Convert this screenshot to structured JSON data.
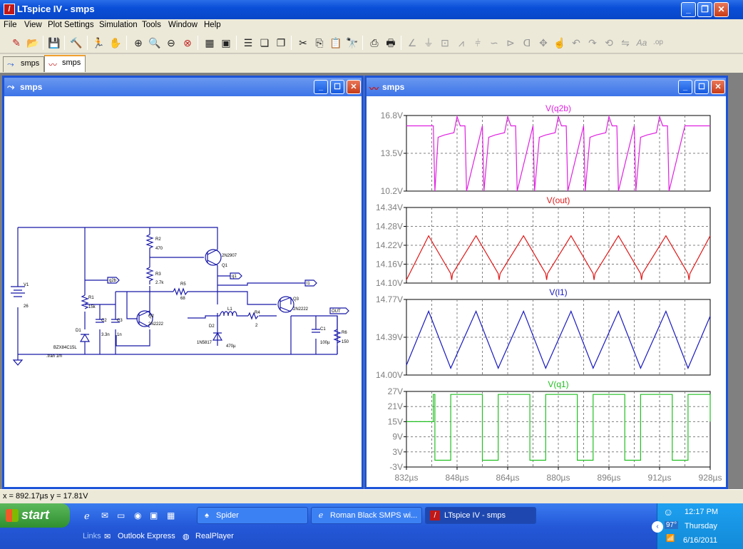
{
  "window": {
    "title": "LTspice IV - smps"
  },
  "menu": [
    "File",
    "View",
    "Plot Settings",
    "Simulation",
    "Tools",
    "Window",
    "Help"
  ],
  "doc_tabs": [
    {
      "label": "smps",
      "icon": "schematic-icon"
    },
    {
      "label": "smps",
      "icon": "waveform-icon"
    }
  ],
  "schematic": {
    "title": "smps",
    "labels": {
      "v1": "V1",
      "v1val": "26",
      "r1": "R1",
      "r1val": "15k",
      "d1": "D1",
      "d1val": "BZX84C15L",
      "c2": "C2",
      "c2val": "3.3n",
      "c3": "C3",
      "c3val": "1n",
      "q2": "Q2",
      "q2val": "2N2222",
      "r2": "R2",
      "r2val": "470",
      "r3": "R3",
      "r3val": "2.7k",
      "r5": "R5",
      "r5val": "68",
      "q1val": "2N2907",
      "q1": "Q1",
      "d2": "D2",
      "d2val": "1N5817",
      "l1": "L1",
      "l1val": "470µ",
      "r4": "R4",
      "r4val": "2",
      "q3": "Q3",
      "q3val": "2N2222",
      "c1": "C1",
      "c1val": "100µ",
      "r6": "R6",
      "r6val": "150",
      "tran": ".tran 1m",
      "net_q2b": "q2b",
      "net_q1": "q1",
      "net_l1": "l1",
      "net_out": "OUT"
    }
  },
  "waveform": {
    "title": "smps"
  },
  "chart_data": [
    {
      "type": "line",
      "title": "V(q2b)",
      "color": "#e020e0",
      "ylim": [
        10.2,
        16.8
      ],
      "yticks": [
        "16.8V",
        "13.5V",
        "10.2V"
      ],
      "x_unit": "µs",
      "xlim": [
        832,
        928
      ],
      "series": [
        {
          "name": "V(q2b)",
          "x": [
            832,
            837,
            840.5,
            841,
            842,
            844,
            847,
            848,
            849,
            850.5,
            851,
            856,
            856.5,
            858,
            860,
            863,
            864,
            865,
            866.5,
            867,
            872,
            872.5,
            874,
            876,
            879,
            880,
            881,
            882.5,
            883,
            888,
            888.5,
            890,
            892,
            895,
            896,
            897,
            898.5,
            899,
            904,
            904.5,
            906,
            908,
            911,
            912,
            913,
            914.5,
            915,
            920,
            928
          ],
          "values": [
            15.9,
            15.9,
            15.9,
            10.2,
            14.9,
            15.1,
            15.3,
            16.7,
            15.9,
            15.9,
            10.2,
            15.9,
            10.2,
            14.9,
            15.1,
            15.3,
            16.7,
            15.9,
            15.9,
            10.2,
            15.9,
            10.2,
            14.9,
            15.1,
            15.3,
            16.7,
            15.9,
            15.9,
            10.2,
            15.9,
            10.2,
            14.9,
            15.1,
            15.3,
            16.7,
            15.9,
            15.9,
            10.2,
            15.9,
            10.2,
            14.9,
            15.1,
            15.3,
            16.7,
            15.9,
            15.9,
            10.2,
            15.9,
            15.9
          ]
        }
      ]
    },
    {
      "type": "line",
      "title": "V(out)",
      "color": "#e01818",
      "ylim": [
        14.1,
        14.34
      ],
      "yticks": [
        "14.34V",
        "14.28V",
        "14.22V",
        "14.16V",
        "14.10V"
      ],
      "xlim": [
        832,
        928
      ],
      "series": [
        {
          "name": "V(out)",
          "x": [
            832,
            839,
            846,
            846.3,
            846.6,
            854,
            861,
            861.3,
            861.6,
            869,
            876,
            876.3,
            876.6,
            884,
            891,
            891.3,
            891.6,
            899,
            906,
            906.3,
            906.6,
            914,
            921,
            921.3,
            921.6,
            928
          ],
          "values": [
            14.11,
            14.25,
            14.13,
            14.11,
            14.13,
            14.25,
            14.13,
            14.11,
            14.13,
            14.25,
            14.13,
            14.11,
            14.13,
            14.25,
            14.13,
            14.11,
            14.13,
            14.25,
            14.13,
            14.11,
            14.13,
            14.25,
            14.13,
            14.11,
            14.13,
            14.25
          ]
        }
      ]
    },
    {
      "type": "line",
      "title": "V(l1)",
      "color": "#1818c0",
      "ylim": [
        14.0,
        14.77
      ],
      "yticks": [
        "14.77V",
        "14.39V",
        "14.00V"
      ],
      "xlim": [
        832,
        928
      ],
      "series": [
        {
          "name": "V(l1)",
          "x": [
            832,
            839,
            846,
            854,
            861,
            869,
            876,
            884,
            891,
            899,
            906,
            914,
            921,
            928
          ],
          "values": [
            14.1,
            14.65,
            14.07,
            14.65,
            14.07,
            14.65,
            14.07,
            14.65,
            14.07,
            14.65,
            14.07,
            14.65,
            14.07,
            14.6
          ]
        }
      ]
    },
    {
      "type": "line",
      "title": "V(q1)",
      "color": "#20c020",
      "ylim": [
        -3,
        27
      ],
      "yticks": [
        "27V",
        "21V",
        "15V",
        "9V",
        "3V",
        "-3V"
      ],
      "xlim": [
        832,
        928
      ],
      "xticks": [
        "832µs",
        "848µs",
        "864µs",
        "880µs",
        "896µs",
        "912µs",
        "928µs"
      ],
      "series": [
        {
          "name": "V(q1)",
          "x": [
            832,
            840.5,
            840.5,
            841,
            841,
            846,
            846,
            847,
            847,
            855.5,
            855.5,
            856,
            856,
            861,
            861,
            862,
            862,
            870.5,
            870.5,
            871,
            871,
            876,
            876,
            877,
            877,
            885.5,
            885.5,
            886,
            886,
            891,
            891,
            892,
            892,
            900.5,
            900.5,
            901,
            901,
            906,
            906,
            907,
            907,
            915.5,
            915.5,
            916,
            916,
            921,
            921,
            922,
            922,
            928,
            928
          ],
          "values": [
            15,
            15,
            25.8,
            25.8,
            -0.3,
            -0.3,
            25.8,
            25.8,
            25.8,
            25.8,
            25.8,
            25.8,
            -0.3,
            -0.3,
            25.8,
            25.8,
            25.8,
            25.8,
            25.8,
            25.8,
            -0.3,
            -0.3,
            25.8,
            25.8,
            25.8,
            25.8,
            25.8,
            25.8,
            -0.3,
            -0.3,
            25.8,
            25.8,
            25.8,
            25.8,
            25.8,
            25.8,
            -0.3,
            -0.3,
            25.8,
            25.8,
            25.8,
            25.8,
            25.8,
            25.8,
            -0.3,
            -0.3,
            25.8,
            25.8,
            25.8,
            25.8,
            15
          ]
        }
      ]
    }
  ],
  "status": {
    "coords": "x = 892.17µs   y = 17.81V"
  },
  "taskbar": {
    "start": "start",
    "tasks": [
      "Spider",
      "Roman Black SMPS wi...",
      "LTspice IV - smps"
    ],
    "quick_links": [
      "Links",
      "Outlook Express",
      "RealPlayer"
    ],
    "clock": "12:17 PM",
    "day": "Thursday",
    "date": "6/16/2011",
    "temp": "97°"
  }
}
